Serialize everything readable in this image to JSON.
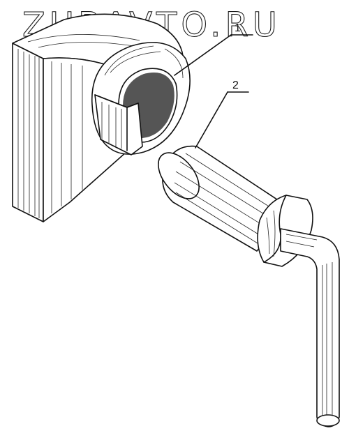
{
  "watermark": {
    "text": "ZURAVTO.RU"
  },
  "callouts": [
    {
      "id": "1",
      "label": "1"
    },
    {
      "id": "2",
      "label": "2"
    }
  ]
}
